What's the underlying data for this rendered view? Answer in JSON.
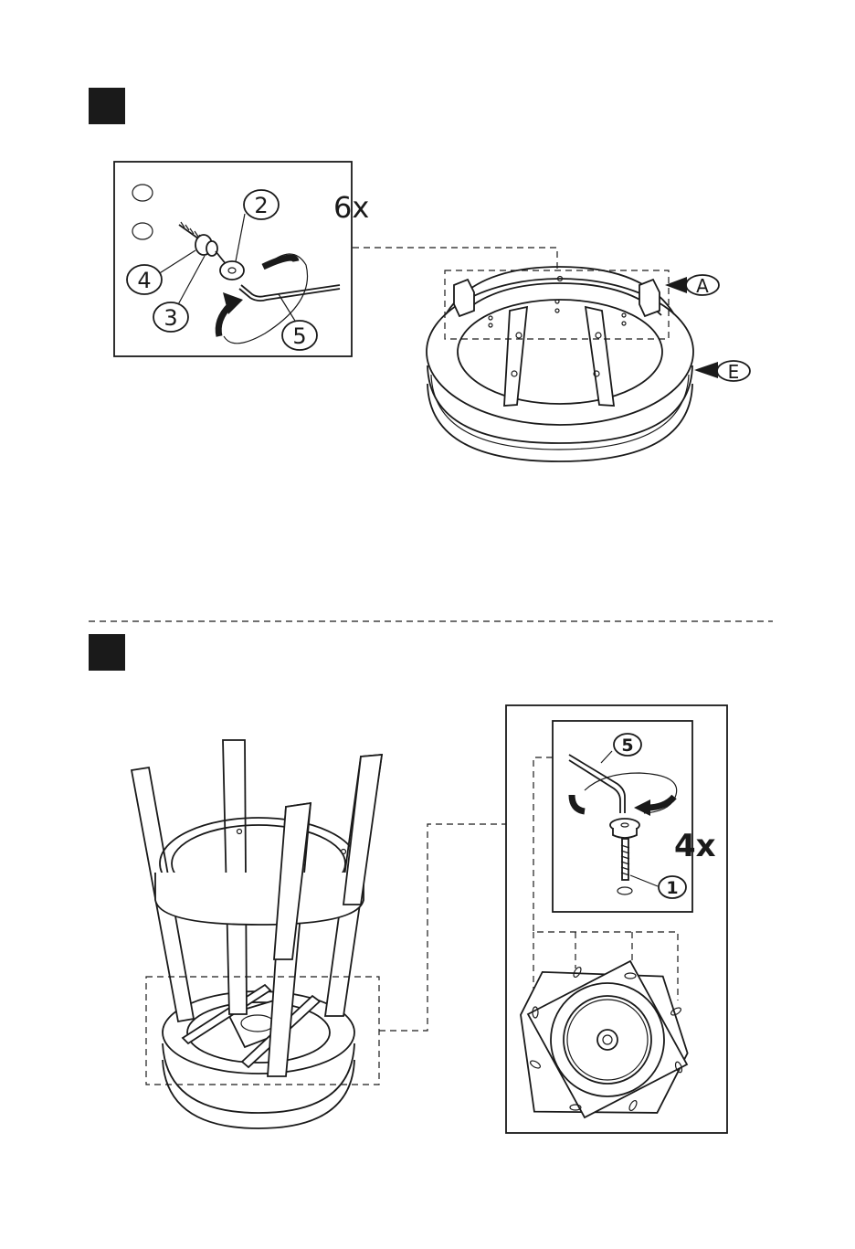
{
  "step1": {
    "quantity": "6x",
    "callouts": {
      "c2": "2",
      "c3": "3",
      "c4": "4",
      "c5": "5"
    },
    "part_labels": {
      "a": "A",
      "e": "E"
    }
  },
  "step2": {
    "quantity": "4x",
    "callouts": {
      "c5": "5",
      "c1": "1"
    }
  }
}
